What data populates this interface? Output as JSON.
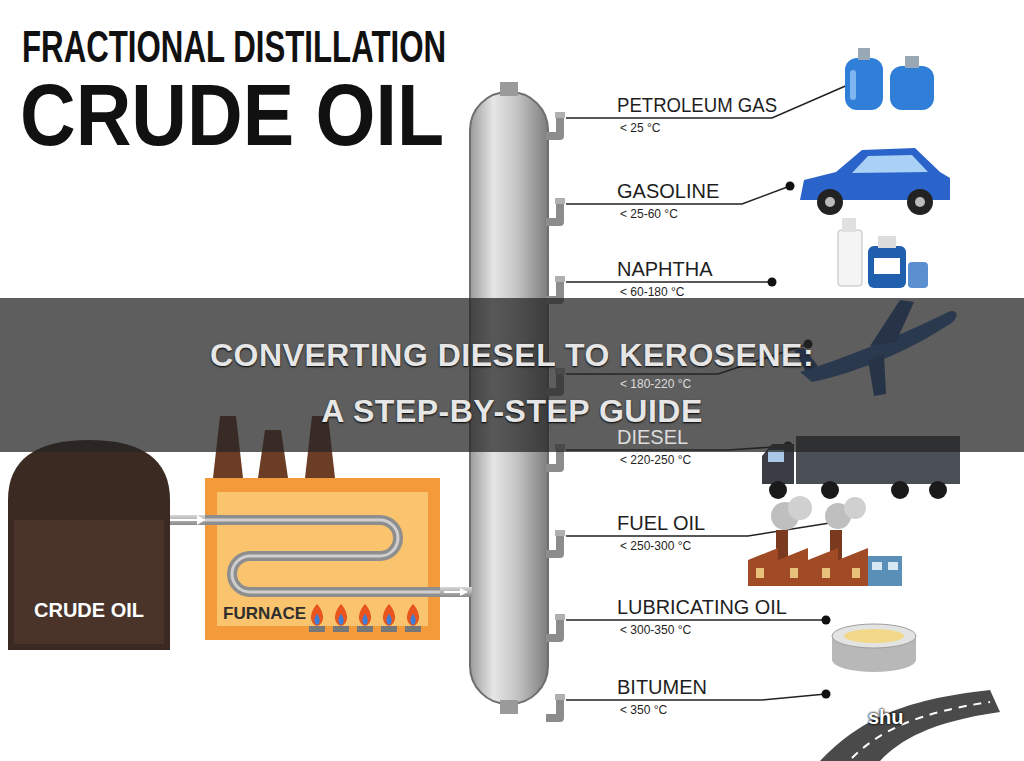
{
  "diagram": {
    "title": "FRACTIONAL DISTILLATION",
    "nodes": [
      {
        "text": [
          "CRUDE OIL"
        ]
      },
      {
        "text": [
          "FURNACE"
        ]
      },
      {
        "text": [
          "CONVERTING DIESEL TO KEROSENE:",
          "A STEP-BY-STEP GUIDE"
        ]
      }
    ],
    "edges": [
      {
        "from": 0,
        "to": 1,
        "arrow": "to"
      }
    ],
    "labels": [
      "CRUDE OIL",
      "PETROLEUM GAS",
      "< 25 °C",
      "GASOLINE",
      "< 25-60 °C",
      "NAPHTHA",
      "< 60-180 °C",
      "< 180-220 °C",
      "DIESEL",
      "< 220-250 °C",
      "FUEL OIL",
      "< 250-300 °C",
      "LUBRICATING OIL",
      "< 300-350 °C",
      "BITUMEN",
      "< 350 °C",
      "shu"
    ]
  }
}
